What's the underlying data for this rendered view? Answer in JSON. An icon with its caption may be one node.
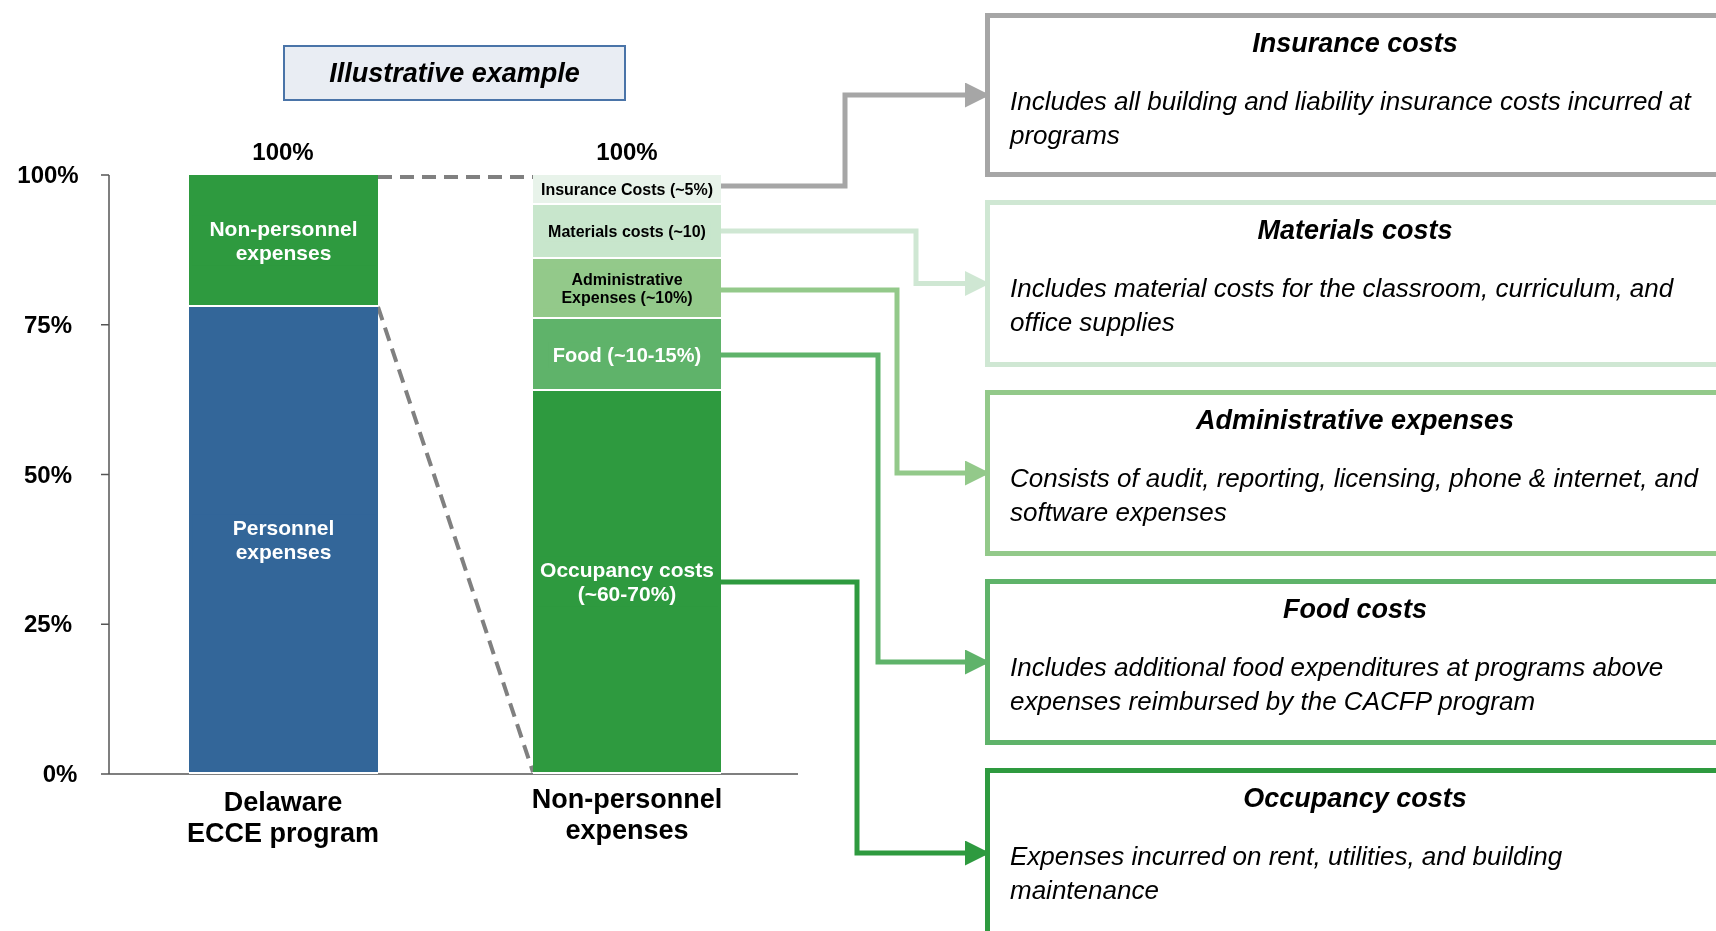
{
  "diagram": {
    "nodes": [
      {
        "text": [
          "Illustrative example"
        ]
      },
      {
        "text": [
          "Non-personnel expenses"
        ]
      },
      {
        "text": [
          "Personnel expenses"
        ]
      },
      {
        "text": [
          "Insurance Costs (~5%)"
        ]
      },
      {
        "text": [
          "Materials costs (~10)"
        ]
      },
      {
        "text": [
          "Administrative Expenses (~10%)"
        ]
      },
      {
        "text": [
          "Food (~10-15%)"
        ]
      },
      {
        "text": [
          "Occupancy costs (~60-70%)"
        ]
      },
      {
        "text": [
          "Insurance costs",
          "Includes all building and liability insurance costs incurred at programs"
        ]
      },
      {
        "text": [
          "Materials costs",
          "Includes material costs for the classroom, curriculum, and office supplies"
        ]
      },
      {
        "text": [
          "Administrative expenses",
          "Consists of audit, reporting, licensing, phone & internet, and software expenses"
        ]
      },
      {
        "text": [
          "Food costs",
          "Includes additional food expenditures at programs above expenses reimbursed by the CACFP program"
        ]
      },
      {
        "text": [
          "Occupancy costs",
          "Expenses incurred on rent, utilities, and building maintenance"
        ]
      }
    ],
    "edges": [
      {
        "from": 3,
        "to": 8,
        "arrow": "to",
        "color": "#a6a6a6"
      },
      {
        "from": 4,
        "to": 9,
        "arrow": "to",
        "color": "#cfe7d3"
      },
      {
        "from": 5,
        "to": 10,
        "arrow": "to",
        "color": "#93c98a"
      },
      {
        "from": 6,
        "to": 11,
        "arrow": "to",
        "color": "#5fb36a"
      },
      {
        "from": 7,
        "to": 12,
        "arrow": "to",
        "color": "#2e9a3f"
      },
      {
        "from": 1,
        "to": 3,
        "arrow": "none",
        "style": "dashed",
        "color": "#808080"
      },
      {
        "from": 1,
        "to": 7,
        "arrow": "none",
        "style": "dashed",
        "color": "#808080"
      }
    ],
    "labels": [
      "100%",
      "100%",
      "100%",
      "75%",
      "50%",
      "25%",
      "0%",
      "Delaware ECCE program",
      "Non-personnel expenses"
    ]
  }
}
